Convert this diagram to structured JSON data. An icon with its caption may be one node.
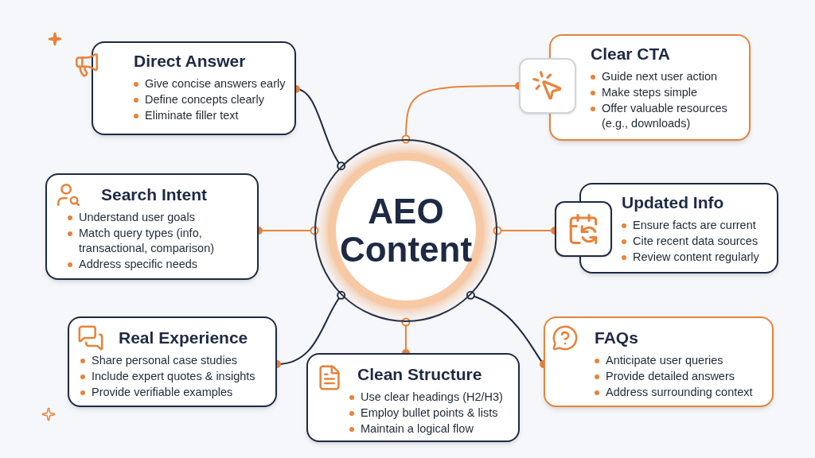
{
  "diagram": {
    "nodes": [
      {
        "text": [
          "AEO Content"
        ]
      },
      {
        "text": [
          "Direct Answer",
          "Give concise answers early",
          "Define concepts clearly",
          "Eliminate filler text"
        ]
      },
      {
        "text": [
          "Clear CTA",
          "Guide next user action",
          "Make steps simple",
          "Offer valuable resources (e.g., downloads)"
        ]
      },
      {
        "text": [
          "Search Intent",
          "Understand user goals",
          "Match query types (info, transactional, comparison)",
          "Address specific needs"
        ]
      },
      {
        "text": [
          "Updated Info",
          "Ensure facts are current",
          "Cite recent data sources",
          "Review content regularly"
        ]
      },
      {
        "text": [
          "Real Experience",
          "Share personal case studies",
          "Include expert quotes & insights",
          "Provide verifiable examples"
        ]
      },
      {
        "text": [
          "Clean Structure",
          "Use clear headings (H2/H3)",
          "Employ bullet points & lists",
          "Maintain a logical flow"
        ]
      },
      {
        "text": [
          "FAQs",
          "Anticipate user queries",
          "Provide detailed answers",
          "Address surrounding context"
        ]
      }
    ],
    "edges": [
      {
        "from": 0,
        "to": 1,
        "arrow": "other",
        "color": "#1e2a44"
      },
      {
        "from": 0,
        "to": 2,
        "arrow": "other"
      },
      {
        "from": 0,
        "to": 3,
        "arrow": "other"
      },
      {
        "from": 0,
        "to": 4,
        "arrow": "other"
      },
      {
        "from": 0,
        "to": 5,
        "arrow": "other",
        "color": "#1e2a44"
      },
      {
        "from": 0,
        "to": 6,
        "arrow": "other"
      },
      {
        "from": 0,
        "to": 7,
        "arrow": "other",
        "color": "#1e2a44"
      }
    ]
  }
}
